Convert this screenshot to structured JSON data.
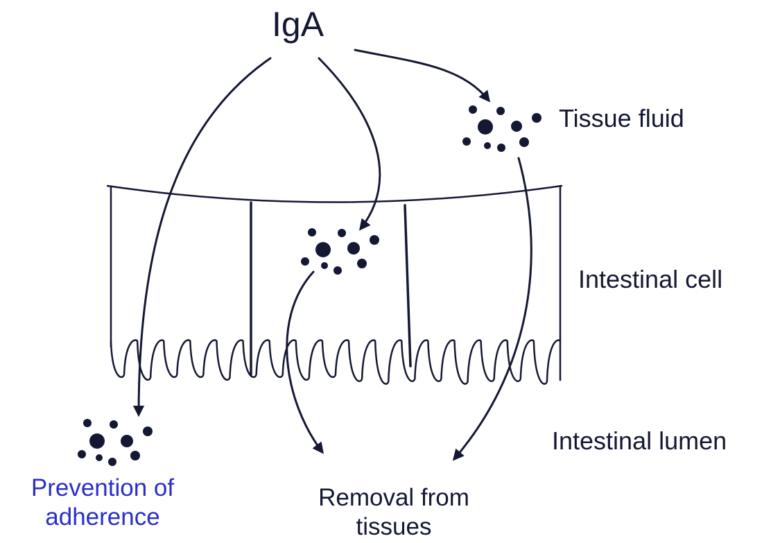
{
  "title": "IgA",
  "labels": {
    "tissue_fluid": "Tissue fluid",
    "intestinal_cell": "Intestinal cell",
    "intestinal_lumen": "Intestinal lumen"
  },
  "outcomes": {
    "prevention_line1": "Prevention of",
    "prevention_line2": "adherence",
    "removal_line1": "Removal from",
    "removal_line2": "tissues"
  },
  "colors": {
    "ink": "#141833",
    "blue_text": "#2a2fc8",
    "background": "#ffffff"
  }
}
